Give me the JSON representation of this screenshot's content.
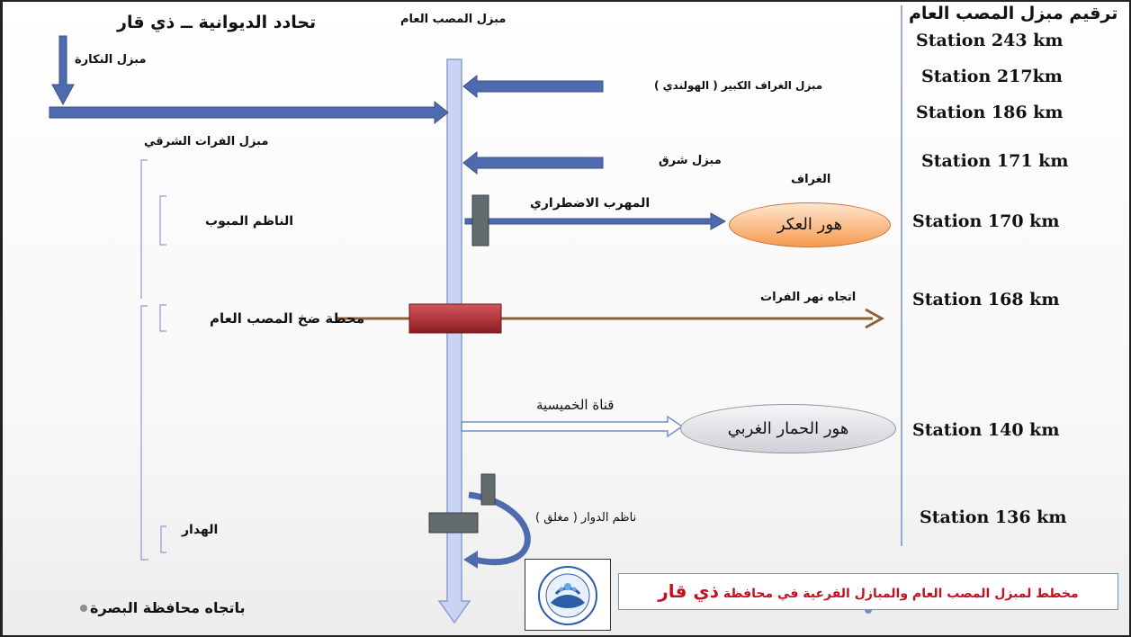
{
  "header": {
    "left_title": "تحادد الديوانية ــ ذي قار",
    "center_title": "مبزل المصب العام",
    "right_title": "ترقيم مبزل المصب العام"
  },
  "labels": {
    "nakkara": "مبزل النكارة",
    "furat_sharqi": "مبزل الفرات الشرقي",
    "gharraf_kabir": "مبزل الغراف الكبير ( الهولندي )",
    "sharq": "مبزل شرق",
    "gharraf": "الغراف",
    "emergency_outlet": "المهرب الاضطراري",
    "nazim_mabbub": "الناظم المبوب",
    "pump_station": "محطة ضخ المصب العام",
    "euphrates_direction": "اتجاه نهر الفرات",
    "khamisiya_canal": "قناة الخميسية",
    "dawwar_regulator": "ناظم الدوار ( مغلق )",
    "haddar": "الهدار",
    "basra_direction": "باتجاه محافظة البصرة"
  },
  "marshes": {
    "hor_akar": "هور العكر",
    "hor_hammar": "هور الحمار الغربي"
  },
  "stations": [
    "Station 243 km",
    "Station 217km",
    "Station 186 km",
    "Station 171  km",
    "Station 170 km",
    "Station 168 km",
    "Station 140 km",
    "Station 136 km"
  ],
  "caption": {
    "prefix": "مخطط لمبزل المصب العام والمبازل الفرعية في محافظة",
    "highlight": "ذي قار"
  },
  "colors": {
    "drain_blue": "#4f6bb0",
    "main_channel": "#c9d4f3",
    "river_brown": "#8c6239",
    "pump_red": "#a8282e",
    "gate_gray": "#636b6e",
    "marsh_orange": "#f9a35e",
    "marsh_gray": "#dadbdf",
    "caption_red": "#c1121f"
  }
}
